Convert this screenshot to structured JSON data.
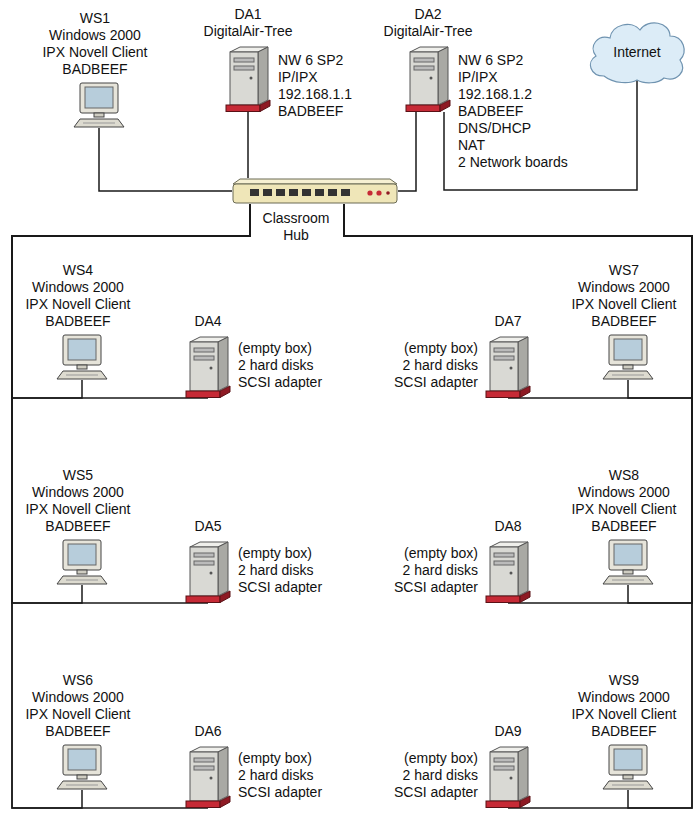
{
  "diagram": {
    "nodes": [
      {
        "text": [
          "WS1",
          "Windows 2000",
          "IPX Novell Client",
          "BADBEEF"
        ]
      },
      {
        "text": [
          "DA1",
          "DigitalAir-Tree",
          "NW 6 SP2",
          "IP/IPX",
          "192.168.1.1",
          "BADBEEF"
        ]
      },
      {
        "text": [
          "DA2",
          "DigitalAir-Tree",
          "NW 6 SP2",
          "IP/IPX",
          "192.168.1.2",
          "BADBEEF",
          "DNS/DHCP",
          "NAT",
          "2 Network boards"
        ]
      },
      {
        "text": [
          "Internet"
        ]
      },
      {
        "text": [
          "Classroom",
          "Hub"
        ]
      },
      {
        "text": [
          "WS4",
          "Windows 2000",
          "IPX Novell Client",
          "BADBEEF"
        ]
      },
      {
        "text": [
          "DA4",
          "(empty box)",
          "2 hard disks",
          "SCSI adapter"
        ]
      },
      {
        "text": [
          "DA7",
          "(empty box)",
          "2 hard disks",
          "SCSI adapter"
        ]
      },
      {
        "text": [
          "WS7",
          "Windows 2000",
          "IPX Novell Client",
          "BADBEEF"
        ]
      },
      {
        "text": [
          "WS5",
          "Windows 2000",
          "IPX Novell Client",
          "BADBEEF"
        ]
      },
      {
        "text": [
          "DA5",
          "(empty box)",
          "2 hard disks",
          "SCSI adapter"
        ]
      },
      {
        "text": [
          "DA8",
          "(empty box)",
          "2 hard disks",
          "SCSI adapter"
        ]
      },
      {
        "text": [
          "WS8",
          "Windows 2000",
          "IPX Novell Client",
          "BADBEEF"
        ]
      },
      {
        "text": [
          "WS6",
          "Windows 2000",
          "IPX Novell Client",
          "BADBEEF"
        ]
      },
      {
        "text": [
          "DA6",
          "(empty box)",
          "2 hard disks",
          "SCSI adapter"
        ]
      },
      {
        "text": [
          "DA9",
          "(empty box)",
          "2 hard disks",
          "SCSI adapter"
        ]
      },
      {
        "text": [
          "WS9",
          "Windows 2000",
          "IPX Novell Client",
          "BADBEEF"
        ]
      }
    ],
    "edges": [
      {
        "from": 0,
        "to": 4,
        "arrow": "none"
      },
      {
        "from": 1,
        "to": 4,
        "arrow": "none"
      },
      {
        "from": 2,
        "to": 4,
        "arrow": "none"
      },
      {
        "from": 2,
        "to": 3,
        "arrow": "none"
      },
      {
        "from": 4,
        "to": 5,
        "arrow": "none"
      },
      {
        "from": 4,
        "to": 6,
        "arrow": "none"
      },
      {
        "from": 4,
        "to": 7,
        "arrow": "none"
      },
      {
        "from": 4,
        "to": 8,
        "arrow": "none"
      },
      {
        "from": 4,
        "to": 9,
        "arrow": "none"
      },
      {
        "from": 4,
        "to": 10,
        "arrow": "none"
      },
      {
        "from": 4,
        "to": 11,
        "arrow": "none"
      },
      {
        "from": 4,
        "to": 12,
        "arrow": "none"
      },
      {
        "from": 4,
        "to": 13,
        "arrow": "none"
      },
      {
        "from": 4,
        "to": 14,
        "arrow": "none"
      },
      {
        "from": 4,
        "to": 15,
        "arrow": "none"
      },
      {
        "from": 4,
        "to": 16,
        "arrow": "none"
      }
    ]
  }
}
